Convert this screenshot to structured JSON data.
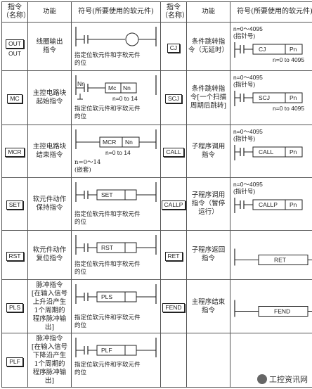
{
  "headers": {
    "cmd": "指令\n（名称）",
    "func": "功能",
    "sym": "符号(所要使用的软元件)"
  },
  "left": [
    {
      "box": "OUT",
      "plain": "OUT",
      "func": "线圈输出\n指令",
      "note": "指定位软元件和字软元件\n的位"
    },
    {
      "box": "MC",
      "func": "主控电路块\n起始指令",
      "tag1": "Nn",
      "tag2": "Mc",
      "tag3": "Nn",
      "sub": "n=0 to 14",
      "note": "指定位软元件和字软元件\n的位"
    },
    {
      "box": "MCR",
      "func": "主控电路块\n结束指令",
      "tag1": "MCR",
      "tag2": "Nn",
      "sub": "n=0 to 14",
      "note": "n=0～14\n(嵌套)"
    },
    {
      "box": "SET",
      "func": "软元件动作\n保持指令",
      "tag1": "SET",
      "note": "指定位软元件和字软元件\n的位"
    },
    {
      "box": "RST",
      "func": "软元件动作\n复位指令",
      "tag1": "RST",
      "note": "指定位软元件和字软元件\n的位"
    },
    {
      "box": "PLS",
      "func": "脉冲指令\n[在输入信号\n上升沿产生\n1个周期的\n程序脉冲输\n出]",
      "tag1": "PLS",
      "note": "指定位软元件和字软元件\n的位"
    },
    {
      "box": "PLF",
      "func": "脉冲指令\n[在输入信号\n下降沿产生\n1个周期的\n程序脉冲输\n出]",
      "tag1": "PLF",
      "note": "指定位软元件和字软元件\n的位"
    }
  ],
  "right": [
    {
      "box": "CJ",
      "func": "条件跳转指\n令（无延时）",
      "range": "n=0～4095\n(指针号)",
      "tag1": "CJ",
      "tag2": "Pn",
      "sub": "n=0 to 4095"
    },
    {
      "box": "SCJ",
      "func": "条件跳转指\n令[一个扫描\n周期后跳转]",
      "range": "n=0～4095\n(指针号)",
      "tag1": "SCJ",
      "tag2": "Pn",
      "sub": "n=0 to 4095"
    },
    {
      "box": "CALL",
      "func": "子程序调用\n指令",
      "range": "n=0～4095\n(指针号)",
      "tag1": "CALL",
      "tag2": "Pn"
    },
    {
      "box": "CALLP",
      "func": "子程序调用\n指令（暂停\n运行）",
      "range": "n=0～4095\n(指针号)",
      "tag1": "CALLP",
      "tag2": "Pn"
    },
    {
      "box": "RET",
      "func": "子程序返回\n指令",
      "tag1": "RET"
    },
    {
      "box": "FEND",
      "func": "主程序结束\n指令",
      "tag1": "FEND"
    },
    {
      "box": "",
      "func": ""
    }
  ],
  "watermark": "工控资讯网"
}
